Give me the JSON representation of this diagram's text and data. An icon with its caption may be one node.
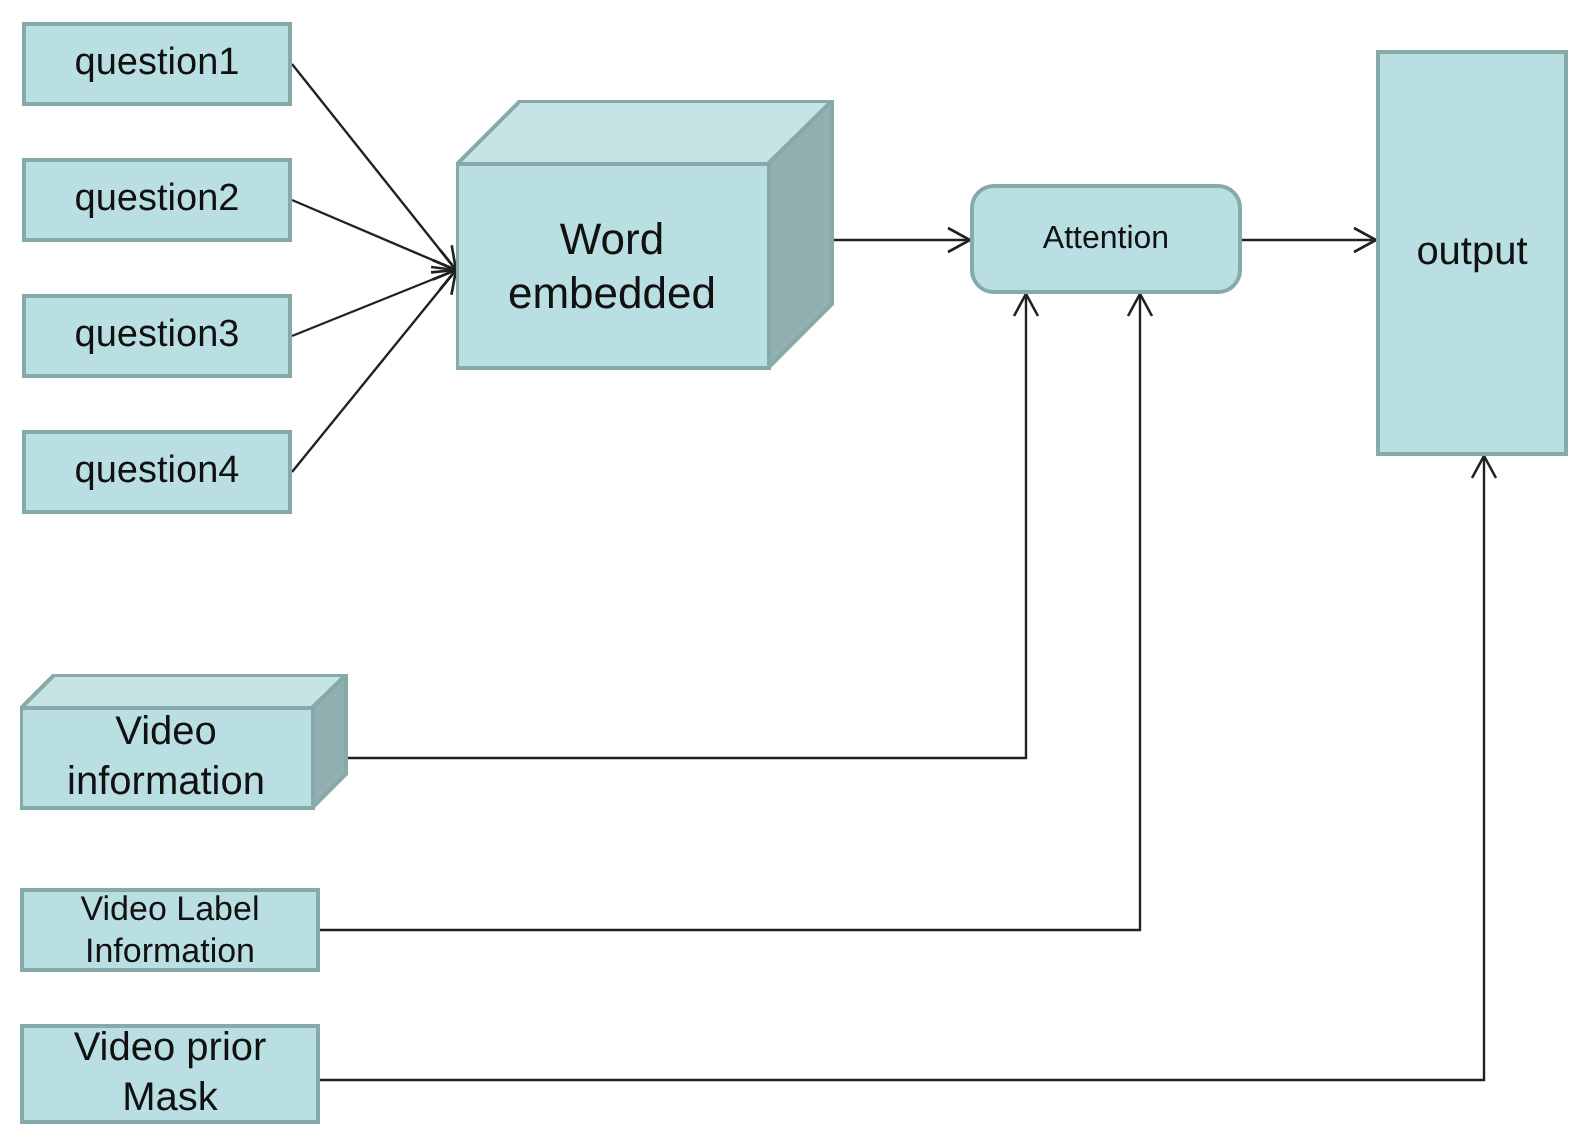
{
  "diagram": {
    "nodes": [
      {
        "text": [
          "question1"
        ]
      },
      {
        "text": [
          "question2"
        ]
      },
      {
        "text": [
          "question3"
        ]
      },
      {
        "text": [
          "question4"
        ]
      },
      {
        "text": [
          "Word embedded"
        ]
      },
      {
        "text": [
          "Attention"
        ]
      },
      {
        "text": [
          "output"
        ]
      },
      {
        "text": [
          "Video information"
        ]
      },
      {
        "text": [
          "Video Label Information"
        ]
      },
      {
        "text": [
          "Video prior Mask"
        ]
      }
    ],
    "edges": [
      {
        "from": 0,
        "to": 4,
        "arrow": "to"
      },
      {
        "from": 1,
        "to": 4,
        "arrow": "to"
      },
      {
        "from": 2,
        "to": 4,
        "arrow": "to"
      },
      {
        "from": 3,
        "to": 4,
        "arrow": "to"
      },
      {
        "from": 4,
        "to": 5,
        "arrow": "to"
      },
      {
        "from": 5,
        "to": 6,
        "arrow": "to"
      },
      {
        "from": 7,
        "to": 5,
        "arrow": "to"
      },
      {
        "from": 8,
        "to": 5,
        "arrow": "to"
      },
      {
        "from": 9,
        "to": 6,
        "arrow": "to"
      }
    ]
  }
}
